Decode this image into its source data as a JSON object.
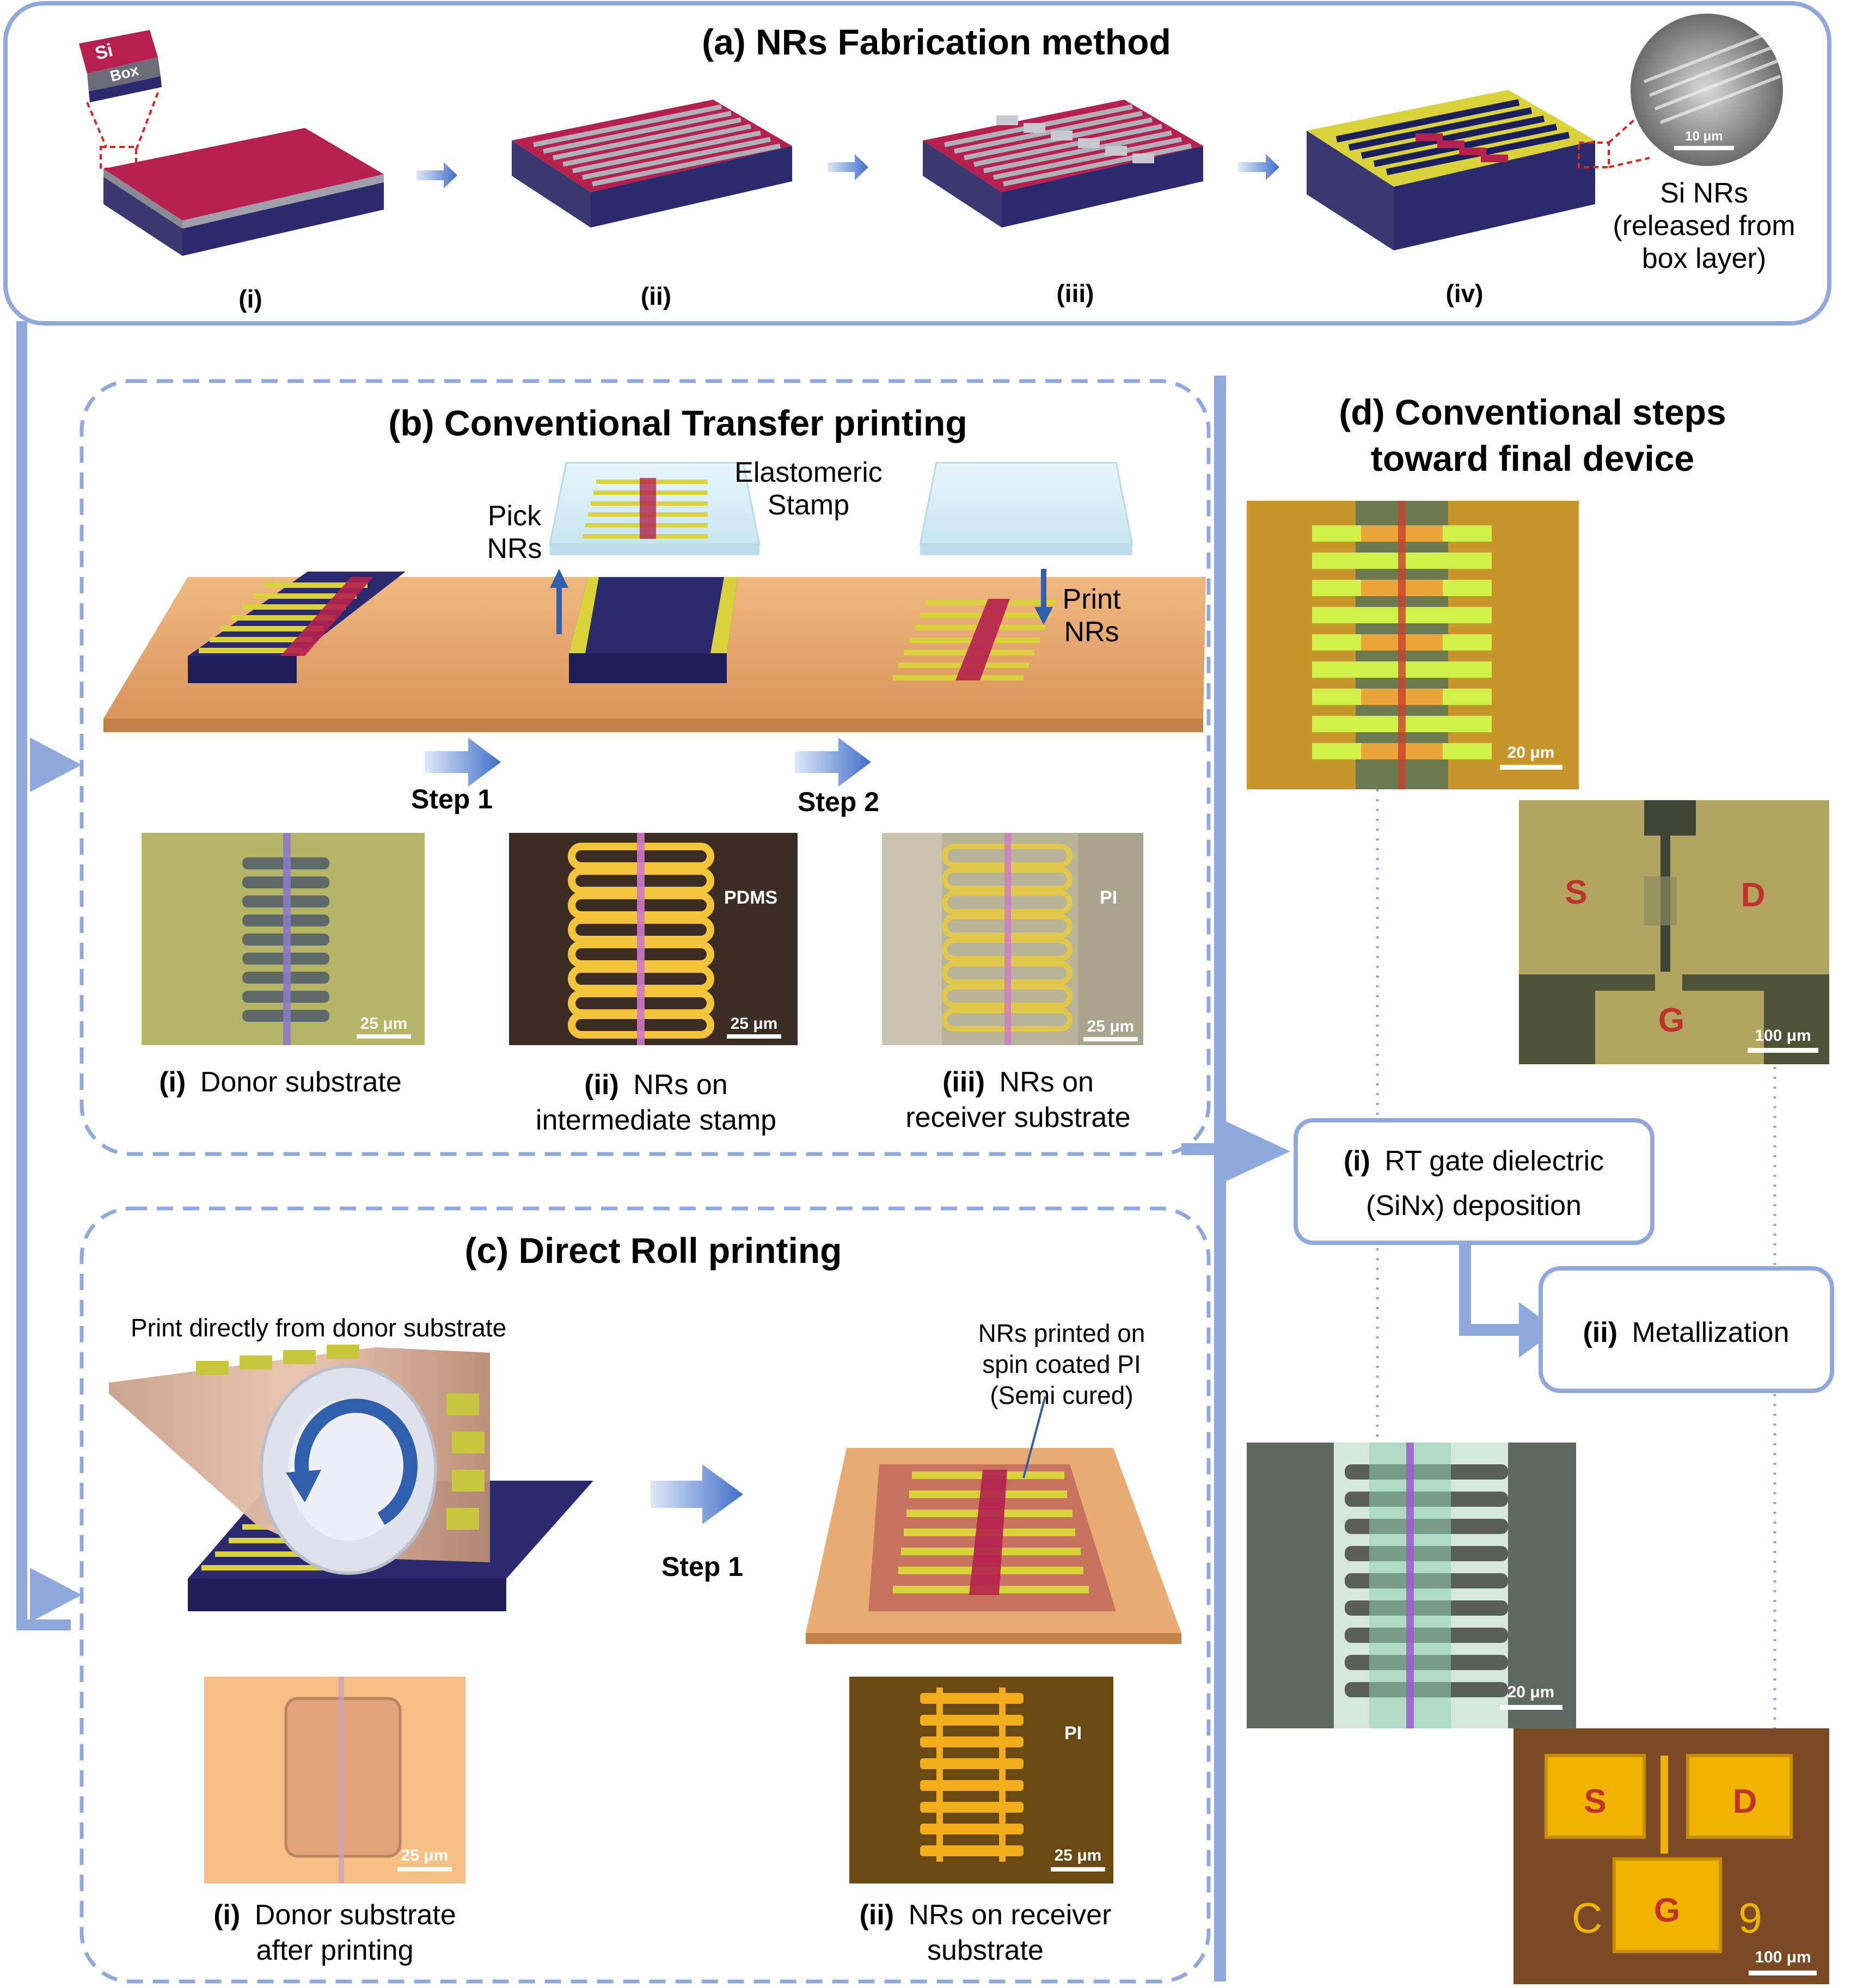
{
  "panel_a": {
    "title": "(a) NRs Fabrication method",
    "inset_si": "Si",
    "inset_box": "Box",
    "sem_scale": "10 μm",
    "sem_caption": [
      "Si NRs",
      "(released from",
      "box layer)"
    ],
    "step_labels": [
      "(i)",
      "(ii)",
      "(iii)",
      "(iv)"
    ]
  },
  "panel_b": {
    "title": "(b) Conventional Transfer printing",
    "stamp_label": [
      "Elastomeric",
      "Stamp"
    ],
    "pick_label": [
      "Pick",
      "NRs"
    ],
    "print_label": [
      "Print",
      "NRs"
    ],
    "step1": "Step 1",
    "step2": "Step 2",
    "micro": [
      {
        "tag": "",
        "scale": "25 μm",
        "roman": "(i)",
        "caption": [
          "Donor substrate"
        ]
      },
      {
        "tag": "PDMS",
        "scale": "25 μm",
        "roman": "(ii)",
        "caption": [
          "NRs on",
          "intermediate stamp"
        ]
      },
      {
        "tag": "PI",
        "scale": "25 μm",
        "roman": "(iii)",
        "caption": [
          "NRs on",
          "receiver substrate"
        ]
      }
    ]
  },
  "panel_c": {
    "title": "(c) Direct Roll printing",
    "print_direct": "Print directly from donor substrate",
    "nrs_note": [
      "NRs printed on",
      "spin coated PI",
      "(Semi cured)"
    ],
    "step1": "Step 1",
    "micro": [
      {
        "tag": "",
        "scale": "25 μm",
        "roman": "(i)",
        "caption": [
          "Donor substrate",
          "after printing"
        ]
      },
      {
        "tag": "PI",
        "scale": "25 μm",
        "roman": "(ii)",
        "caption": [
          "NRs on receiver",
          "substrate"
        ]
      }
    ]
  },
  "panel_d": {
    "title": [
      "(d) Conventional steps",
      "toward final device"
    ],
    "scale_20a": "20 μm",
    "scale_100a": "100 μm",
    "scale_20b": "20 μm",
    "scale_100b": "100 μm",
    "s": "S",
    "d": "D",
    "g": "G",
    "box1_roman": "(i)",
    "box1_text": [
      "RT gate dielectric",
      "(SiNx) deposition"
    ],
    "box2_roman": "(ii)",
    "box2_text": "Metallization"
  },
  "colors": {
    "frame_blue": "#8fa9dc",
    "arrow_blue": "#4a7bd0",
    "silicon_red": "#b5204f",
    "box_navy": "#2c2a6e",
    "gold": "#d9d23a",
    "pi_tan": "#e9ad73"
  }
}
